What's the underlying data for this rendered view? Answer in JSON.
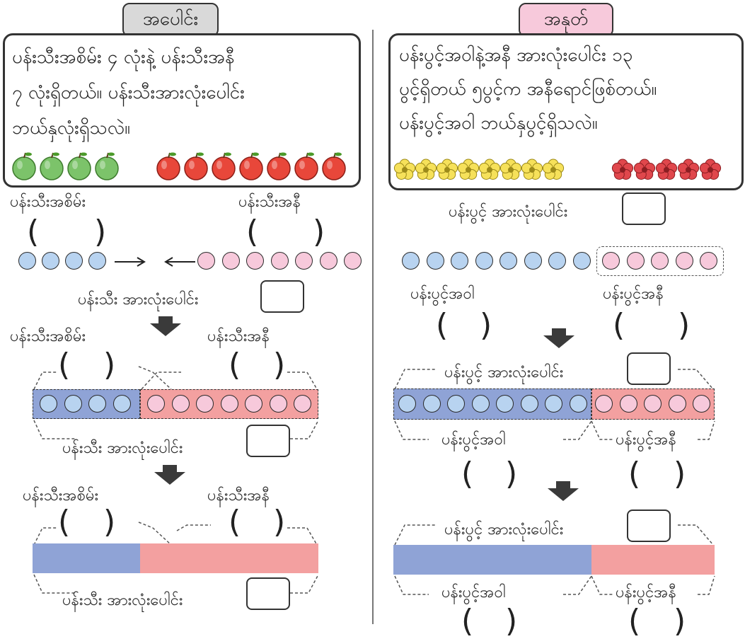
{
  "left": {
    "tab": "အပေါင်း",
    "problem_lines": [
      "ပန်းသီးအစိမ်း ၄ လုံးနဲ့ ပန်းသီးအနီ",
      "၇ လုံးရှိတယ်။ ပန်းသီးအားလုံးပေါင်း",
      "ဘယ်နှလုံးရှိသလဲ။"
    ],
    "green_count": 4,
    "red_count": 7,
    "label_green": "ပန်းသီးအစိမ်း",
    "label_red": "ပန်းသီးအနီ",
    "label_total": "ပန်းသီး အားလုံးပေါင်း",
    "paren": "(         )"
  },
  "right": {
    "tab": "အနုတ်",
    "problem_lines": [
      "ပန်းပွင့်အဝါနဲ့အနီ အားလုံးပေါင်း ၁၃",
      "ပွင့်ရှိတယ် ၅ပွင့်က အနီရောင်ဖြစ်တယ်။",
      "ပန်းပွင့်အဝါ ဘယ်နှပွင့်ရှိသလဲ။"
    ],
    "yellow_count": 8,
    "red_count": 5,
    "label_total": "ပန်းပွင့် အားလုံးပေါင်း",
    "label_yellow": "ပန်းပွင့်အဝါ",
    "label_red": "ပန်းပွင့်အနီ"
  },
  "colors": {
    "blue_dot": "#b8d3f0",
    "pink_dot": "#f7c9db",
    "blue_bar": "#8fa3d6",
    "pink_bar": "#f3a0a0",
    "left_tab_bg": "#d9d9d9",
    "right_tab_bg": "#f7c9db"
  }
}
